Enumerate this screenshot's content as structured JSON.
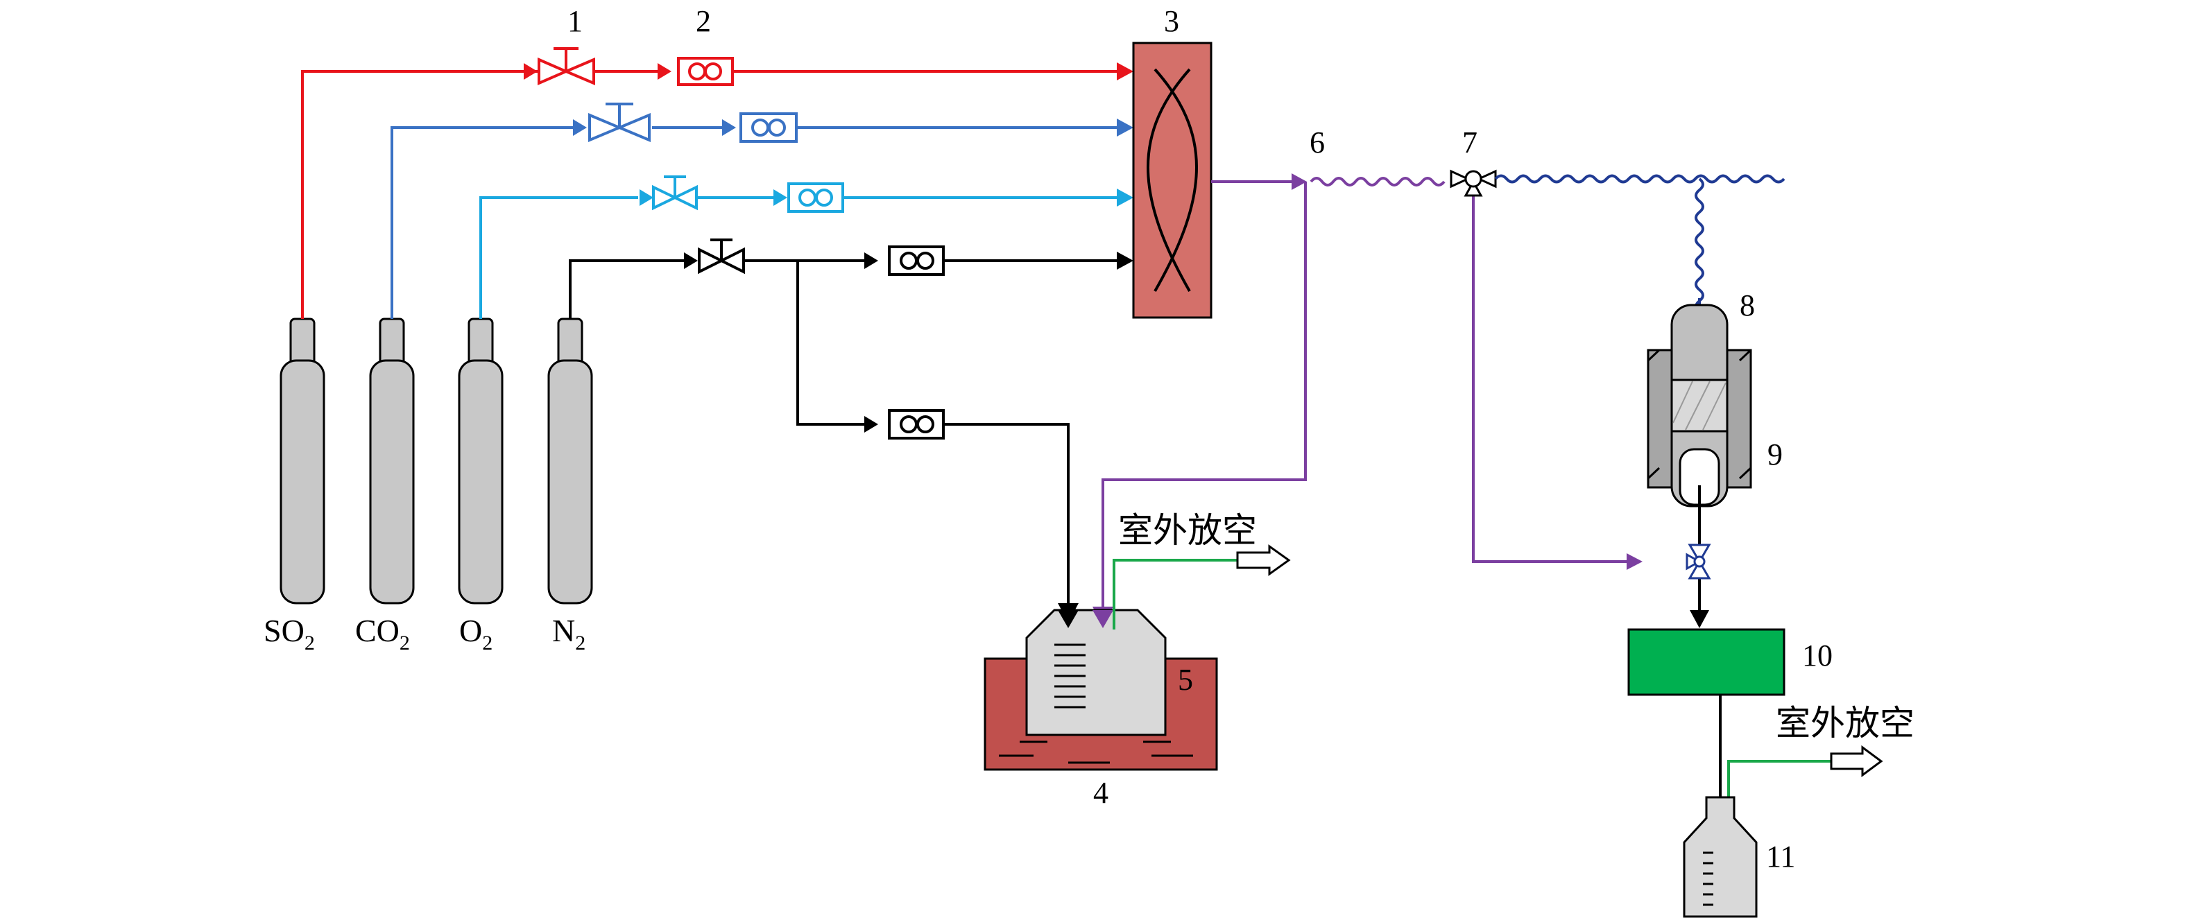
{
  "numbers": {
    "n1": "1",
    "n2": "2",
    "n3": "3",
    "n4": "4",
    "n5": "5",
    "n6": "6",
    "n7": "7",
    "n8": "8",
    "n9": "9",
    "n10": "10",
    "n11": "11"
  },
  "gases": {
    "so2": {
      "main": "SO",
      "sub": "2"
    },
    "co2": {
      "main": "CO",
      "sub": "2"
    },
    "o2": {
      "main": "O",
      "sub": "2"
    },
    "n2": {
      "main": "N",
      "sub": "2"
    }
  },
  "vent": {
    "label1": "室外放空",
    "label2": "室外放空"
  },
  "colors": {
    "so2_line": "#e8141b",
    "co2_line": "#3a72c4",
    "o2_line": "#1aa8e0",
    "n2_line": "#000000",
    "mixed_line": "#7b3fa0",
    "coil_line": "#1f3a93",
    "vent_line": "#1aa84a",
    "mixer_fill": "#d4706a",
    "bath_fill": "#c0504d",
    "cylinder_fill": "#c8c8c8",
    "analyzer_fill": "#00b050"
  }
}
